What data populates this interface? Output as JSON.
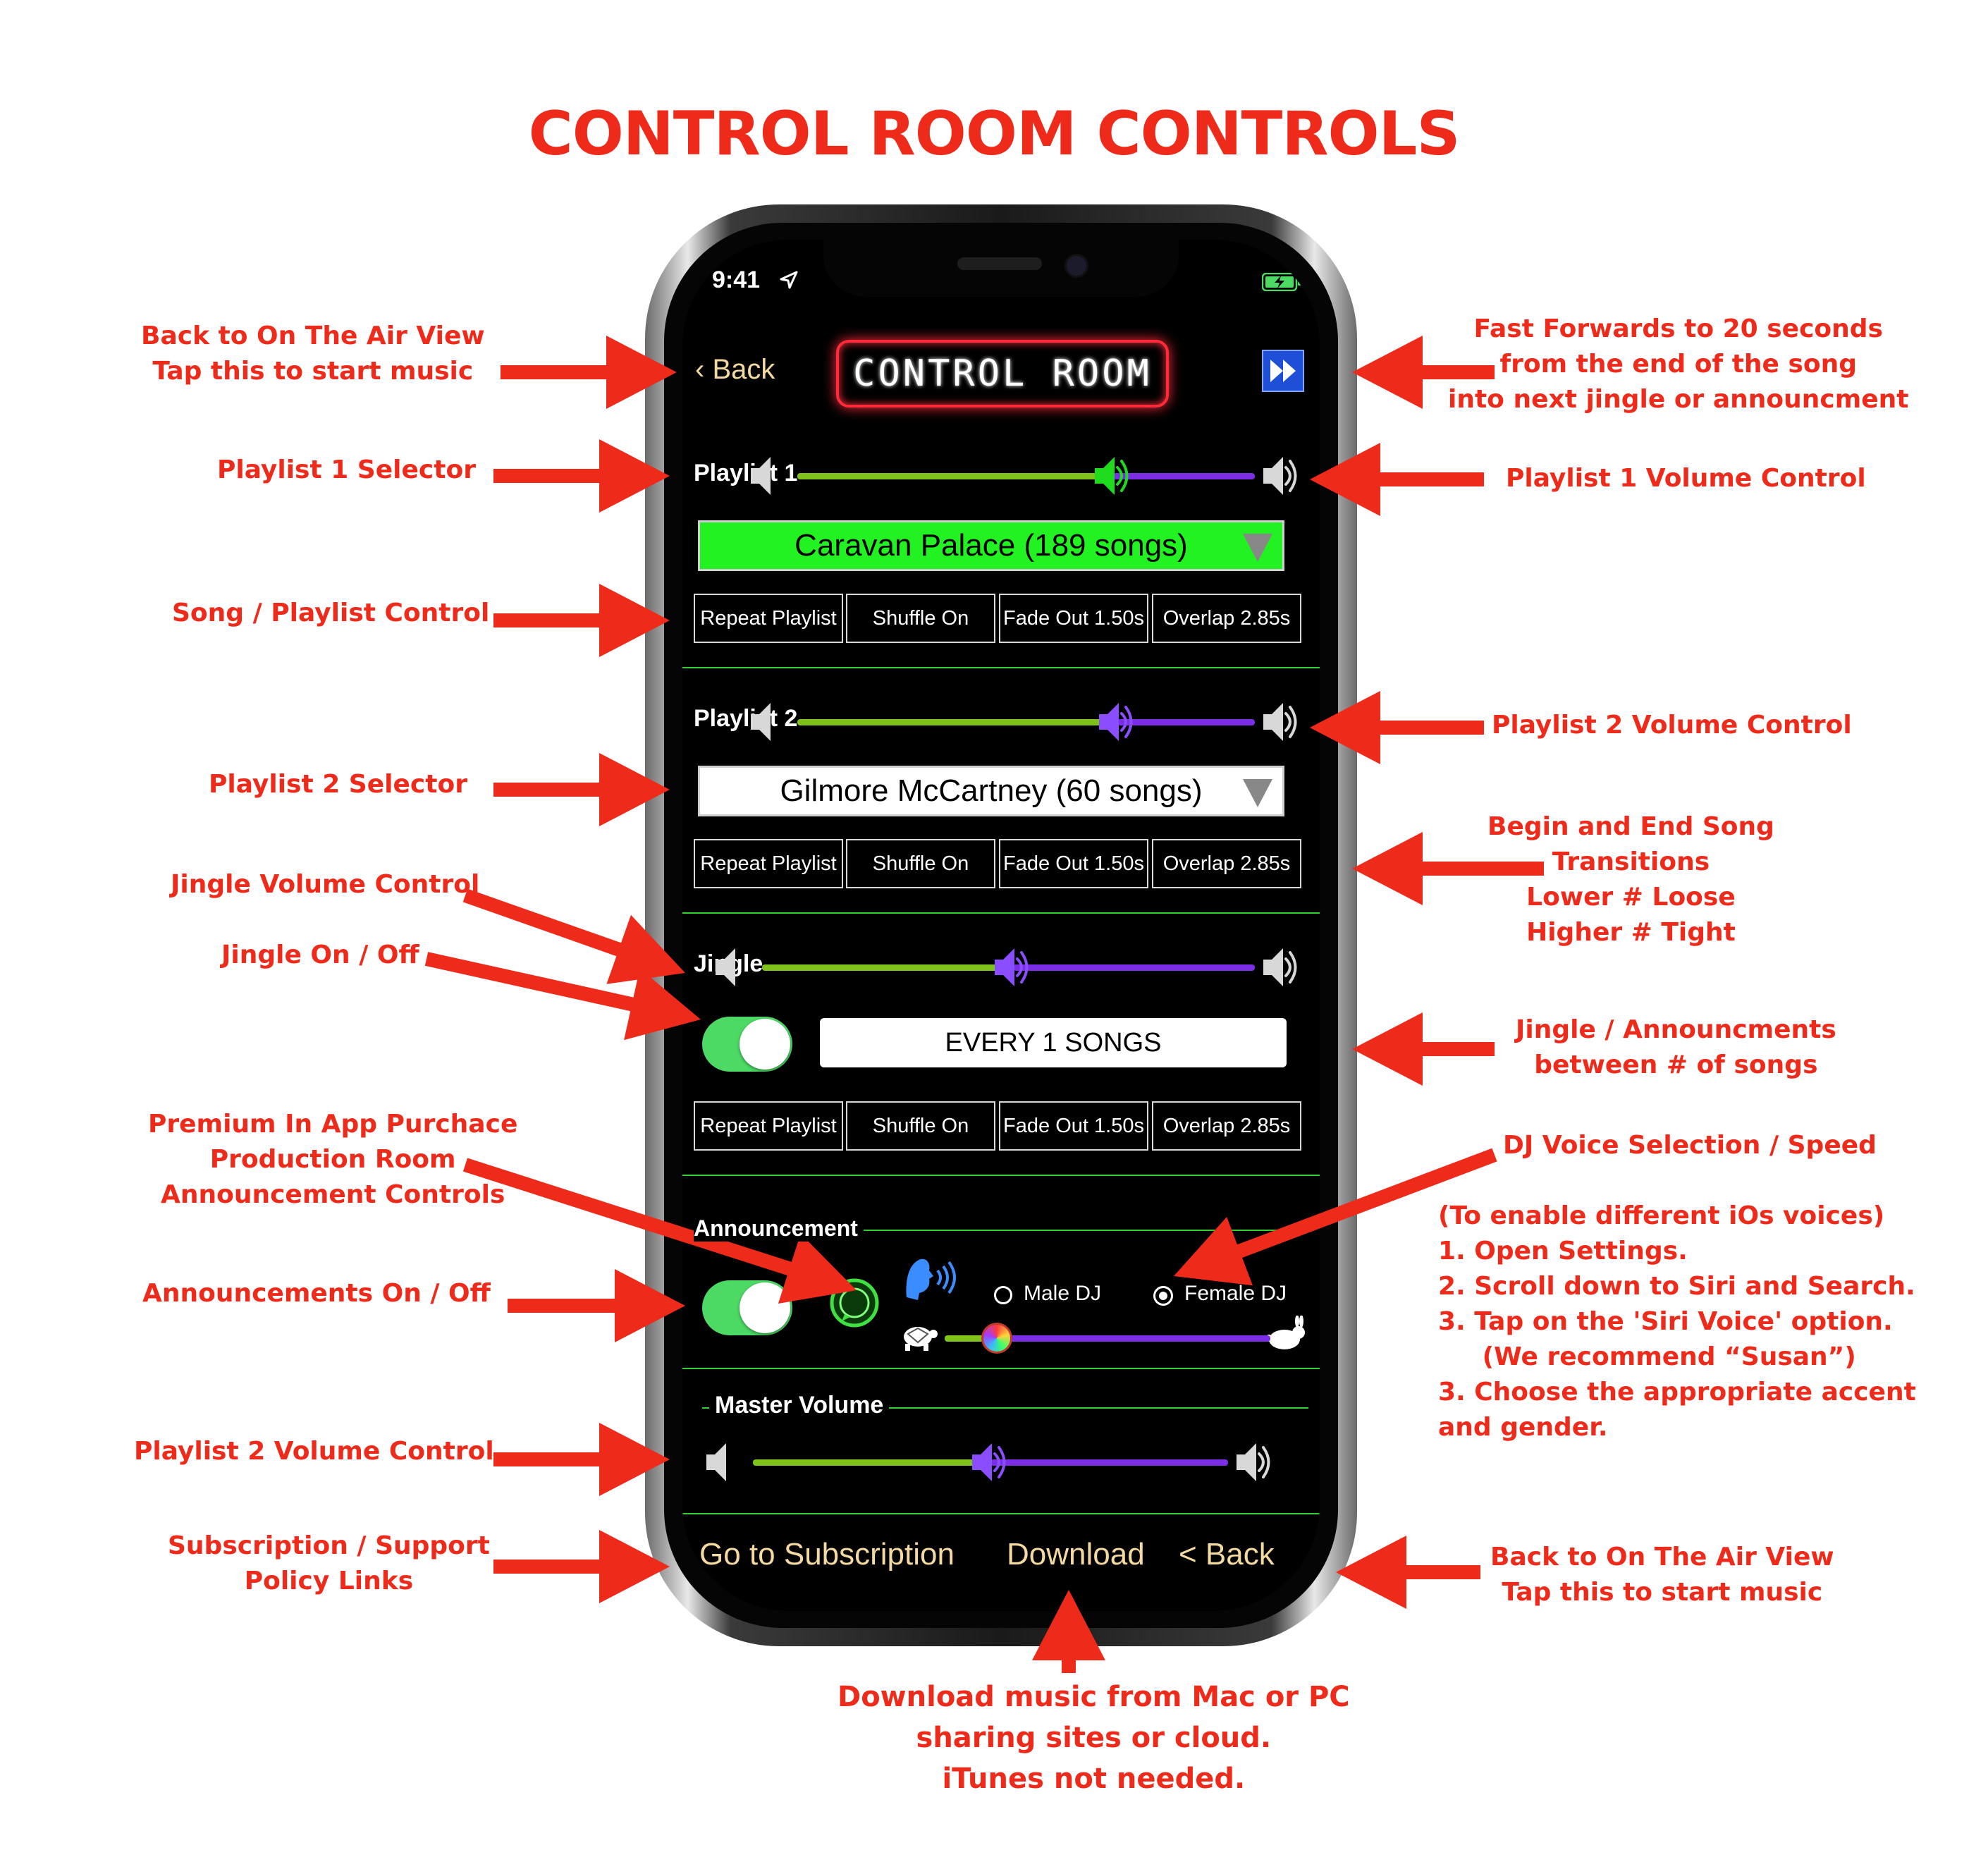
{
  "title": "CONTROL ROOM CONTROLS",
  "annotations": {
    "back_top": "Back to On The Air View\nTap this to start music",
    "fast_forward": "Fast Forwards to 20 seconds\nfrom the end of the song\ninto next jingle or announcment",
    "playlist1_selector": "Playlist 1 Selector",
    "playlist1_volume": "Playlist 1 Volume Control",
    "song_playlist_control": "Song / Playlist Control",
    "playlist2_volume": "Playlist 2 Volume Control",
    "playlist2_selector": "Playlist 2 Selector",
    "transitions": "Begin and End Song\nTransitions\nLower # Loose\nHigher # Tight",
    "jingle_volume": "Jingle Volume Control",
    "jingle_onoff": "Jingle On / Off",
    "jingle_between": "Jingle / Announcments\nbetween # of songs",
    "premium": "Premium In App Purchace\nProduction Room\nAnnouncement Controls",
    "dj_voice": "DJ Voice Selection / Speed",
    "ios_voices": "(To enable different iOs voices)\n1. Open Settings.\n2. Scroll down to Siri and Search.\n3. Tap on the 'Siri Voice' option.\n     (We recommend “Susan”)\n3. Choose the appropriate accent\nand gender.",
    "announcements_onoff": "Announcements On / Off",
    "master_volume": "Playlist 2 Volume Control",
    "subscription": "Subscription / Support\nPolicy Links",
    "back_bottom": "Back to On The Air View\nTap this to start music",
    "download": "Download music from Mac or PC\nsharing sites or cloud.\niTunes not needed."
  },
  "phone": {
    "time": "9:41",
    "back_label": "Back",
    "screen_title": "CONTROL ROOM",
    "playlist1": {
      "label": "Playlist 1",
      "volume": 0.69,
      "selection": "Caravan Palace (189 songs)",
      "buttons": [
        "Repeat Playlist",
        "Shuffle On",
        "Fade Out 1.50s",
        "Overlap 2.85s"
      ]
    },
    "playlist2": {
      "label": "Playlist 2",
      "volume": 0.7,
      "selection": "Gilmore McCartney (60 songs)",
      "buttons": [
        "Repeat Playlist",
        "Shuffle On",
        "Fade Out 1.50s",
        "Overlap 2.85s"
      ]
    },
    "jingle": {
      "label": "Jingle",
      "volume": 0.51,
      "enabled": true,
      "frequency": "EVERY 1 SONGS",
      "buttons": [
        "Repeat Playlist",
        "Shuffle On",
        "Fade Out 1.50s",
        "Overlap 2.85s"
      ]
    },
    "announcement": {
      "label": "Announcement",
      "enabled": true,
      "voice_options": [
        "Male DJ",
        "Female DJ"
      ],
      "selected_voice": "Female DJ",
      "speed": 0.16
    },
    "master": {
      "label": "Master Volume",
      "volume": 0.5
    },
    "bottom_links": {
      "subscription": "Go to Subscription",
      "download": "Download",
      "back": "< Back"
    }
  },
  "colors": {
    "annotation_red": "#ee2b1b",
    "selector_green": "#22f222",
    "track_green": "#7fc31a",
    "track_purple": "#7b2ee6",
    "link_gold": "#f4d9a0",
    "neon_red": "#ff2b3a"
  }
}
